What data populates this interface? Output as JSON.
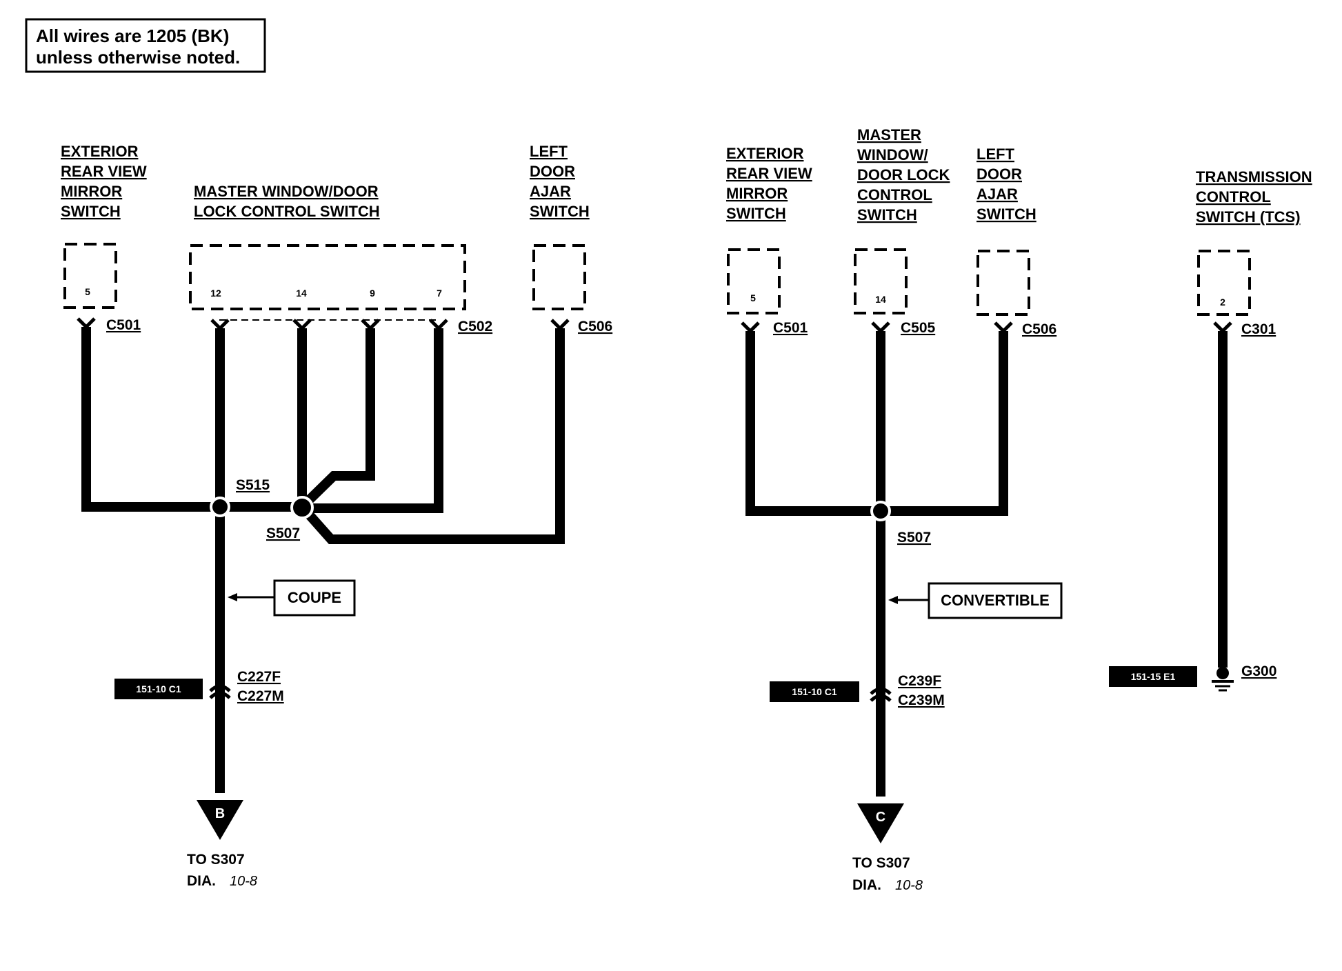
{
  "note": {
    "line1": "All wires are 1205 (BK)",
    "line2": "unless otherwise noted."
  },
  "coupe": {
    "mirror_switch": {
      "lines": [
        "EXTERIOR",
        "REAR VIEW",
        "MIRROR",
        "SWITCH"
      ],
      "pin": "5",
      "connector": "C501"
    },
    "master_switch": {
      "lines": [
        "MASTER WINDOW/DOOR",
        "LOCK CONTROL SWITCH"
      ],
      "pins": [
        "12",
        "14",
        "9",
        "7"
      ],
      "connector": "C502"
    },
    "door_ajar_switch": {
      "lines": [
        "LEFT",
        "DOOR",
        "AJAR",
        "SWITCH"
      ],
      "connector": "C506"
    },
    "splice_a": "S515",
    "splice_b": "S507",
    "variant": "COUPE",
    "inline_connector": [
      "C227F",
      "C227M"
    ],
    "ref": "151-10 C1",
    "arrow": "B",
    "target": {
      "line1": "TO S307",
      "dia_label": "DIA.",
      "dia_value": "10-8"
    }
  },
  "convertible": {
    "mirror_switch": {
      "lines": [
        "EXTERIOR",
        "REAR VIEW",
        "MIRROR",
        "SWITCH"
      ],
      "pin": "5",
      "connector": "C501"
    },
    "master_switch": {
      "lines": [
        "MASTER",
        "WINDOW/",
        "DOOR LOCK",
        "CONTROL",
        "SWITCH"
      ],
      "pin": "14",
      "connector": "C505"
    },
    "door_ajar_switch": {
      "lines": [
        "LEFT",
        "DOOR",
        "AJAR",
        "SWITCH"
      ],
      "connector": "C506"
    },
    "splice": "S507",
    "variant": "CONVERTIBLE",
    "inline_connector": [
      "C239F",
      "C239M"
    ],
    "ref": "151-10 C1",
    "arrow": "C",
    "target": {
      "line1": "TO S307",
      "dia_label": "DIA.",
      "dia_value": "10-8"
    }
  },
  "tcs": {
    "lines": [
      "TRANSMISSION",
      "CONTROL",
      "SWITCH (TCS)"
    ],
    "pin": "2",
    "connector": "C301",
    "ground": "G300",
    "ref": "151-15 E1"
  }
}
